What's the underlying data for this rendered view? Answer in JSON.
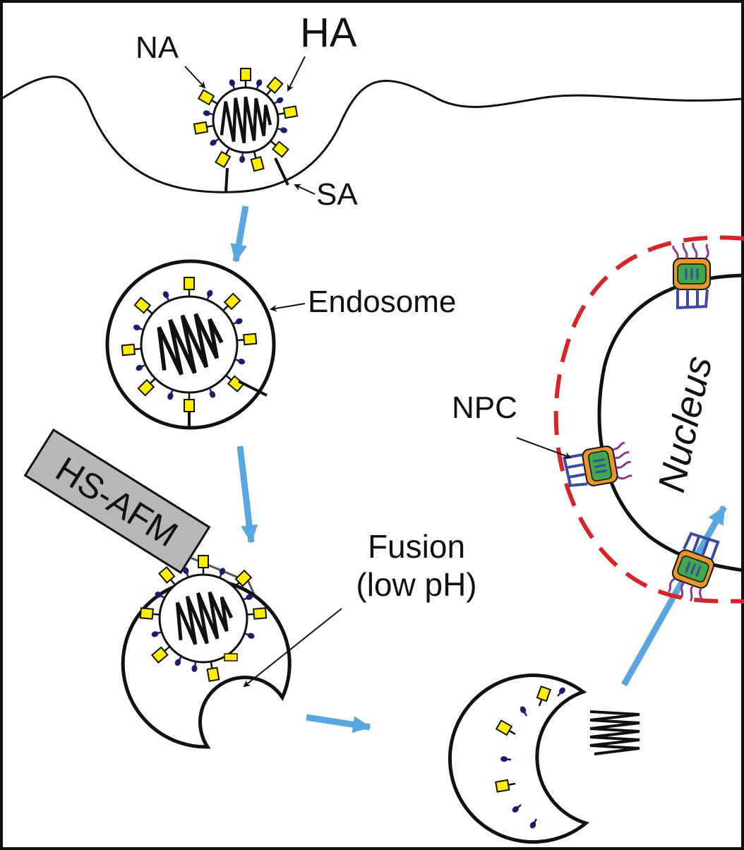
{
  "labels": {
    "na": "NA",
    "ha": "HA",
    "sa": "SA",
    "endosome": "Endosome",
    "npc": "NPC",
    "nucleus": "Nucleus",
    "hs_afm": "HS-AFM",
    "fusion_line1": "Fusion",
    "fusion_line2": "(low pH)"
  },
  "colors": {
    "hemagglutinin": "#ffee00",
    "neuraminidase": "#1a1f6b",
    "flow_arrow": "#5aa6e0",
    "nuclear_envelope_dash": "#d6242a",
    "npc_orange": "#e8952a",
    "npc_green": "#3fa84a",
    "npc_blue": "#3b4aa6",
    "npc_purple": "#8a3a8a",
    "afm_box": "#b7b7b7"
  }
}
